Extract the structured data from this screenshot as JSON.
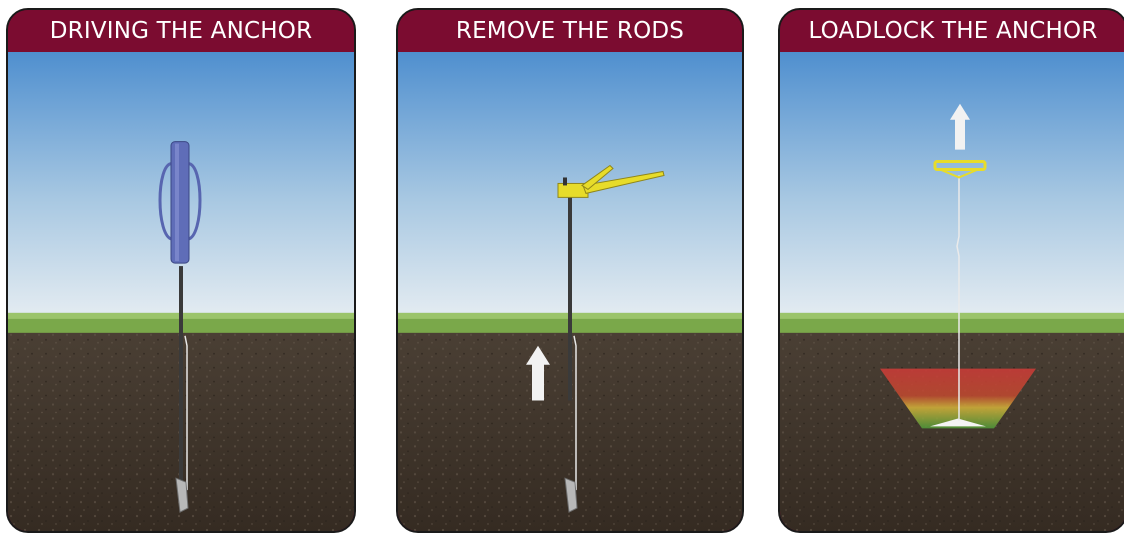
{
  "panels": [
    {
      "title": "DRIVING THE ANCHOR",
      "step": "driving"
    },
    {
      "title": "REMOVE THE RODS",
      "step": "remove"
    },
    {
      "title": "LOADLOCK THE ANCHOR",
      "step": "loadlock"
    }
  ],
  "colors": {
    "header": "#7b0c30",
    "sky_top": "#4f8fcf",
    "sky_bottom": "#e6edf2",
    "grass": "#7aa84a",
    "soil": "#3e3329",
    "driver": "#5866b0",
    "rod": "#3a3a3a",
    "yellow_tool": "#e7dc2a",
    "arrow": "#f2f2f2",
    "cone_red": "#cf3b38",
    "cone_yellow": "#d7b53a",
    "cone_green": "#4f9a3a"
  }
}
